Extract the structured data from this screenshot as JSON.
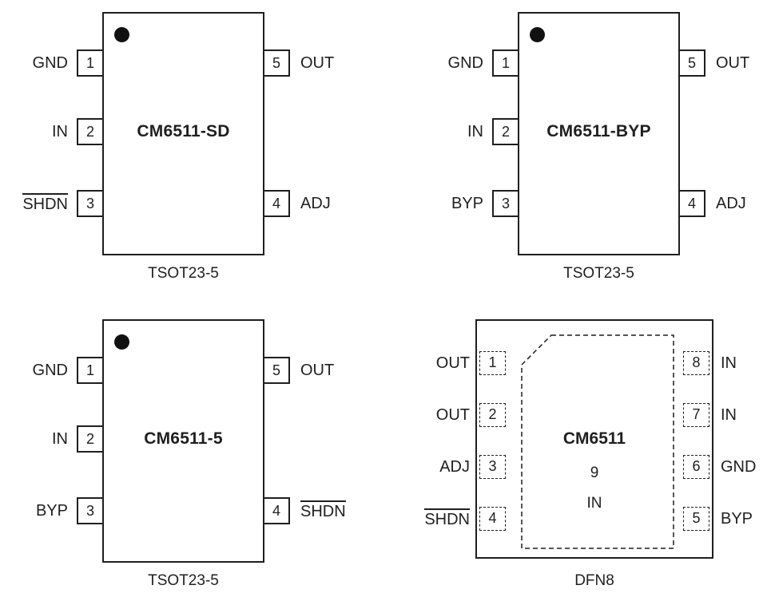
{
  "page": {
    "background": "#ffffff",
    "line_color": "#1f1f1f"
  },
  "diagrams": {
    "sd": {
      "name": "CM6511-SD",
      "package": "TSOT23-5",
      "left_pins": [
        {
          "num": "1",
          "label": "GND",
          "overline": false
        },
        {
          "num": "2",
          "label": "IN",
          "overline": false
        },
        {
          "num": "3",
          "label": "SHDN",
          "overline": true
        }
      ],
      "right_pins": [
        {
          "num": "5",
          "label": "OUT",
          "overline": false
        },
        {
          "num": "4",
          "label": "ADJ",
          "overline": false
        }
      ]
    },
    "byp": {
      "name": "CM6511-BYP",
      "package": "TSOT23-5",
      "left_pins": [
        {
          "num": "1",
          "label": "GND",
          "overline": false
        },
        {
          "num": "2",
          "label": "IN",
          "overline": false
        },
        {
          "num": "3",
          "label": "BYP",
          "overline": false
        }
      ],
      "right_pins": [
        {
          "num": "5",
          "label": "OUT",
          "overline": false
        },
        {
          "num": "4",
          "label": "ADJ",
          "overline": false
        }
      ]
    },
    "five": {
      "name": "CM6511-5",
      "package": "TSOT23-5",
      "left_pins": [
        {
          "num": "1",
          "label": "GND",
          "overline": false
        },
        {
          "num": "2",
          "label": "IN",
          "overline": false
        },
        {
          "num": "3",
          "label": "BYP",
          "overline": false
        }
      ],
      "right_pins": [
        {
          "num": "5",
          "label": "OUT",
          "overline": false
        },
        {
          "num": "4",
          "label": "SHDN",
          "overline": true
        }
      ]
    },
    "dfn": {
      "name": "CM6511",
      "package": "DFN8",
      "left_pins": [
        {
          "num": "1",
          "label": "OUT",
          "overline": false
        },
        {
          "num": "2",
          "label": "OUT",
          "overline": false
        },
        {
          "num": "3",
          "label": "ADJ",
          "overline": false
        },
        {
          "num": "4",
          "label": "SHDN",
          "overline": true
        }
      ],
      "right_pins": [
        {
          "num": "8",
          "label": "IN",
          "overline": false
        },
        {
          "num": "7",
          "label": "IN",
          "overline": false
        },
        {
          "num": "6",
          "label": "GND",
          "overline": false
        },
        {
          "num": "5",
          "label": "BYP",
          "overline": false
        }
      ],
      "pad": {
        "num": "9",
        "label": "IN"
      }
    }
  }
}
